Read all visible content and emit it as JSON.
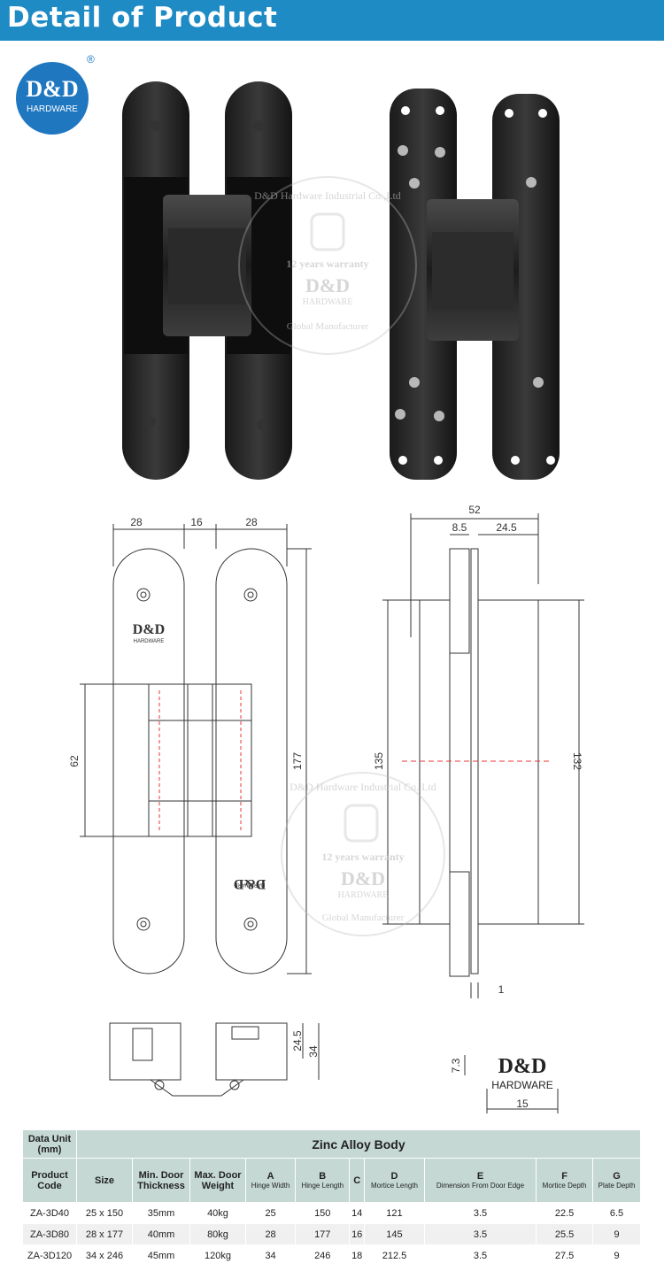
{
  "header": {
    "title": "Detail of Product"
  },
  "logo": {
    "brand": "D&D",
    "subline": "HARDWARE",
    "registered": "®"
  },
  "watermark": {
    "line1": "D&D Hardware Industrial Co.,Ltd",
    "line2": "12 years warranty",
    "brand": "D&D",
    "sub": "HARDWARE",
    "line3": "Global Manufacturer"
  },
  "drawing": {
    "front": {
      "w1": "28",
      "w2": "16",
      "w3": "28",
      "h_inner": "62",
      "h_total": "177",
      "plate_brand": "D&D",
      "plate_sub": "HARDWARE"
    },
    "side": {
      "total": "52",
      "d1": "8.5",
      "d2": "24.5",
      "h1": "135",
      "h2": "132",
      "gap": "1"
    },
    "bottom": {
      "h1": "24.5",
      "h2": "34"
    },
    "mark": {
      "brand": "D&D",
      "sub": "HARDWARE",
      "h": "7.3",
      "w": "15"
    }
  },
  "table": {
    "unit_label": "Data Unit (mm)",
    "material": "Zinc  Alloy  Body",
    "headers": [
      {
        "main": "Product Code",
        "sub": ""
      },
      {
        "main": "Size",
        "sub": ""
      },
      {
        "main": "Min. Door Thickness",
        "sub": ""
      },
      {
        "main": "Max. Door Weight",
        "sub": ""
      },
      {
        "main": "A",
        "sub": "Hinge Width"
      },
      {
        "main": "B",
        "sub": "Hinge Length"
      },
      {
        "main": "C",
        "sub": ""
      },
      {
        "main": "D",
        "sub": "Mortice Length"
      },
      {
        "main": "E",
        "sub": "Dimension From Door Edge"
      },
      {
        "main": "F",
        "sub": "Mortice Depth"
      },
      {
        "main": "G",
        "sub": "Plate Depth"
      }
    ],
    "rows": [
      [
        "ZA-3D40",
        "25 x 150",
        "35mm",
        "40kg",
        "25",
        "150",
        "14",
        "121",
        "3.5",
        "22.5",
        "6.5"
      ],
      [
        "ZA-3D80",
        "28 x 177",
        "40mm",
        "80kg",
        "28",
        "177",
        "16",
        "145",
        "3.5",
        "25.5",
        "9"
      ],
      [
        "ZA-3D120",
        "34 x 246",
        "45mm",
        "120kg",
        "34",
        "246",
        "18",
        "212.5",
        "3.5",
        "27.5",
        "9"
      ]
    ]
  }
}
